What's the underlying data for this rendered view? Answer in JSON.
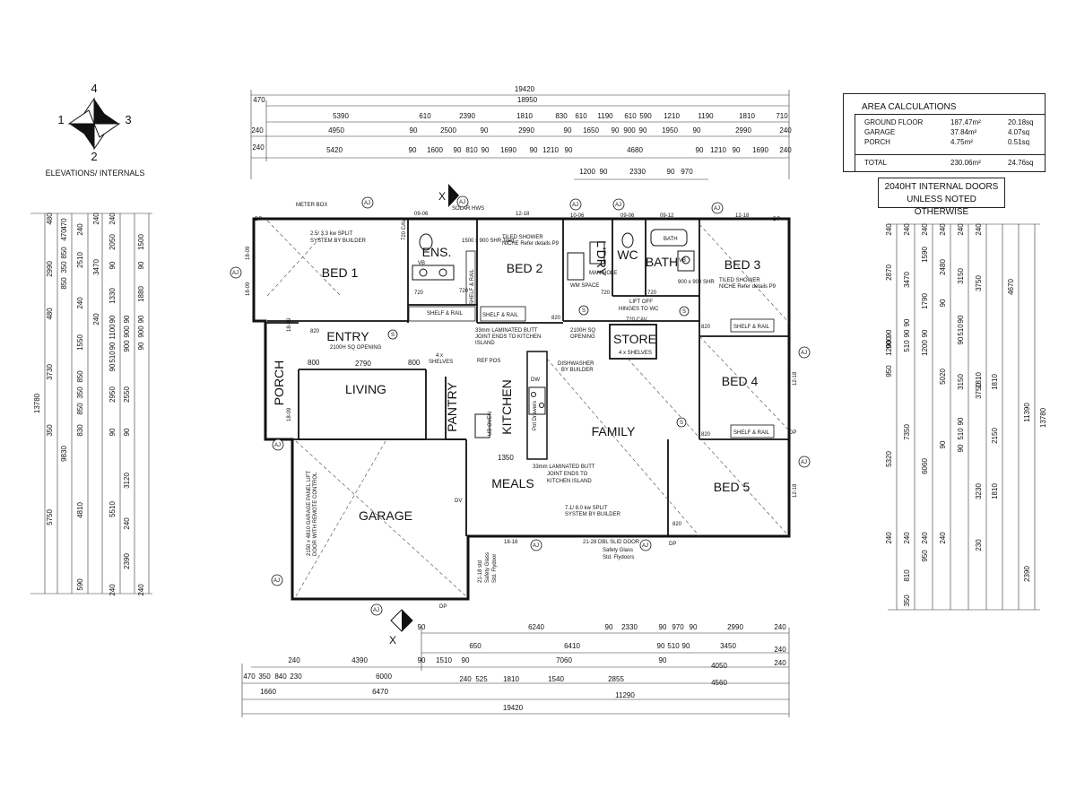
{
  "compass": {
    "n4": "4",
    "n1": "1",
    "n3": "3",
    "n2": "2",
    "caption": "ELEVATIONS/ INTERNALS"
  },
  "area_calculations": {
    "title": "AREA CALCULATIONS",
    "rows": [
      {
        "name": "GROUND FLOOR",
        "m2": "187.47m²",
        "sq": "20.18sq"
      },
      {
        "name": "GARAGE",
        "m2": "37.84m²",
        "sq": "4.07sq"
      },
      {
        "name": "PORCH",
        "m2": "4.75m²",
        "sq": "0.51sq"
      }
    ],
    "total": {
      "name": "TOTAL",
      "m2": "230.06m²",
      "sq": "24.76sq"
    }
  },
  "doors_note": {
    "line1": "2040HT INTERNAL DOORS",
    "line2": "UNLESS NOTED OTHERWISE"
  },
  "rooms": {
    "bed1": "BED 1",
    "ens": "ENS.",
    "bed2": "BED 2",
    "ldry": "L'DRY",
    "wc": "WC",
    "bath": "BATH",
    "bed3": "BED 3",
    "entry": "ENTRY",
    "store": "STORE",
    "porch": "PORCH",
    "living": "LIVING",
    "pantry": "PANTRY",
    "kitchen": "KITCHEN",
    "bed4": "BED 4",
    "family": "FAMILY",
    "meals": "MEALS",
    "bed5": "BED 5",
    "garage": "GARAGE"
  },
  "notes": {
    "meter_box": "METER BOX",
    "split_bed1_a": "2.5/ 3.3 kw SPLIT",
    "split_bed1_b": "SYSTEM BY BUILDER",
    "cav720": "720 CAV.",
    "solar": "SOLAR HWS",
    "shower_ens": "1500 x 900 SHR Tiled",
    "tiled_niche_a": "TILED SHOWER",
    "tiled_niche_b": "NICHE Refer details P9",
    "tiled_niche3_a": "TILED SHOWER",
    "tiled_niche3_b": "NICHE Refer details P9",
    "bath_label": "BATH",
    "shr900": "900 x 900 SHR",
    "wm_space": "WM SPACE",
    "shelf_rail_1": "SHELF & RAIL",
    "shelf_rail_2": "SHELF & RAIL",
    "shelf_rail_3": "SHELF & RAIL",
    "shelf_rail_4": "SHELF & RAIL",
    "shelf_rail_5": "SHELF & RAIL",
    "lift_off_a": "LIFT OFF",
    "lift_off_b": "HINGES TO WC",
    "cav720_b": "720 CAV.",
    "opening2100": "2100H SQ OPENING",
    "opening2100_b": "2100H SQ",
    "opening2100_c": "OPENING",
    "lam_a": "33mm LAMINATED BUTT",
    "lam_b": "JOINT ENDS TO KITCHEN",
    "lam_c": "ISLAND",
    "lam2_a": "33mm LAMINATED BUTT",
    "lam2_b": "JOINT ENDS TO",
    "lam2_c": "KITCHEN ISLAND",
    "dishwasher_a": "DISHWASHER",
    "dishwasher_b": "BY BUILDER",
    "shelves4": "4 x SHELVES",
    "shelves4_b": "4 x",
    "shelves4_c": "SHELVES",
    "ref_pos": "REF POS",
    "ub_oven": "UB OVEN",
    "drawers": "Pot Drawers",
    "split_fam_a": "7.1/ 8.0 kw SPLIT",
    "split_fam_b": "SYSTEM BY BUILDER",
    "garage_door_a": "2150 x 4810 GARAGE PANEL LIFT",
    "garage_door_b": "DOOR WITH REMOTE CONTROL",
    "slid_door": "21-28 DBL SLID DOOR",
    "safety_glass": "Safety Glass",
    "std_flydoors": "Std. Flydoors",
    "door_2118": "21-18 std",
    "door_2118_b": "Safety Glass",
    "door_2118_c": "Std. Flydoor",
    "dim1350": "1350",
    "dw": "DW",
    "dv": "DV",
    "dp": "DP",
    "aj": "AJ",
    "s": "S",
    "x": "X",
    "w0906": "09-06",
    "w1218": "12-18",
    "w1006": "10-06",
    "w0912": "09-12",
    "w1809": "18-09",
    "w1818": "18-18",
    "d820": "820",
    "d720": "720",
    "d800": "800",
    "d2790": "2790",
    "vb": "VB",
    "rail720": "720",
    "mans_hole": "MAN HOLE"
  },
  "dimensions": {
    "top": {
      "r1": [
        "19420"
      ],
      "r2": [
        "470",
        "18950"
      ],
      "r3": [
        "5390",
        "610",
        "2390",
        "1810",
        "830",
        "610",
        "1190",
        "610",
        "590",
        "1210",
        "1190",
        "1810",
        "710"
      ],
      "r4": [
        "240",
        "4950",
        "90",
        "2500",
        "90",
        "2990",
        "90",
        "1650",
        "90",
        "900",
        "90",
        "1950",
        "90",
        "2990",
        "240"
      ],
      "r5": [
        "240",
        "5420",
        "90",
        "1600",
        "90",
        "810",
        "90",
        "1690",
        "90",
        "1210",
        "90",
        "4680",
        "90",
        "1210",
        "90",
        "1690",
        "240"
      ],
      "r6": [
        "1200",
        "90",
        "2330",
        "90",
        "970"
      ]
    },
    "bottom": {
      "r1": [
        "90",
        "6240",
        "90",
        "2330",
        "90",
        "970",
        "90",
        "2990",
        "240"
      ],
      "r2": [
        "650",
        "6410",
        "90",
        "510",
        "90",
        "3450",
        "240"
      ],
      "r3": [
        "240",
        "4390",
        "90",
        "1510",
        "90",
        "7060",
        "90",
        "4050",
        "240"
      ],
      "r4": [
        "470",
        "350",
        "840",
        "230",
        "6000",
        "240",
        "525",
        "1810",
        "1540",
        "2855",
        "4560"
      ],
      "r5": [
        "1660",
        "6470",
        "11290"
      ],
      "r6": [
        "19420"
      ]
    },
    "left": {
      "c1": [
        "13780"
      ],
      "c2": [
        "480",
        "2990",
        "480",
        "3730",
        "350",
        "9830",
        "5750"
      ],
      "c3": [
        "470",
        "850",
        "350",
        "850",
        "1550",
        "850",
        "350",
        "850",
        "830",
        "4810",
        "590"
      ],
      "c4": [
        "240",
        "470",
        "2510",
        "240",
        "240",
        "90",
        "1100",
        "90",
        "510",
        "90",
        "900",
        "2950",
        "90",
        "5510",
        "240"
      ],
      "c5": [
        "240",
        "2050",
        "3470",
        "90",
        "1330",
        "90",
        "900",
        "2550",
        "90",
        "3120",
        "240",
        "2390"
      ],
      "c6": [
        "240",
        "1500",
        "90",
        "1880",
        "90",
        "900",
        "90",
        "240"
      ]
    },
    "right": {
      "c1": [
        "240",
        "2870",
        "90",
        "1200",
        "950",
        "5320",
        "240",
        "350"
      ],
      "c2": [
        "240",
        "3470",
        "90",
        "900",
        "7350",
        "240"
      ],
      "c3": [
        "240",
        "1590",
        "1790",
        "90",
        "510",
        "90",
        "1200",
        "6060",
        "240",
        "810"
      ],
      "c4": [
        "240",
        "2480",
        "90",
        "5020",
        "90",
        "510",
        "90",
        "3230",
        "240",
        "950"
      ],
      "c5": [
        "240",
        "3150",
        "90",
        "510",
        "90",
        "3150",
        "90",
        "1810",
        "230"
      ],
      "c6": [
        "240",
        "3750",
        "3750",
        "1810",
        "2150",
        "1810"
      ],
      "c7": [
        "4670",
        "11390",
        "2390"
      ],
      "c8": [
        "13780"
      ]
    }
  }
}
